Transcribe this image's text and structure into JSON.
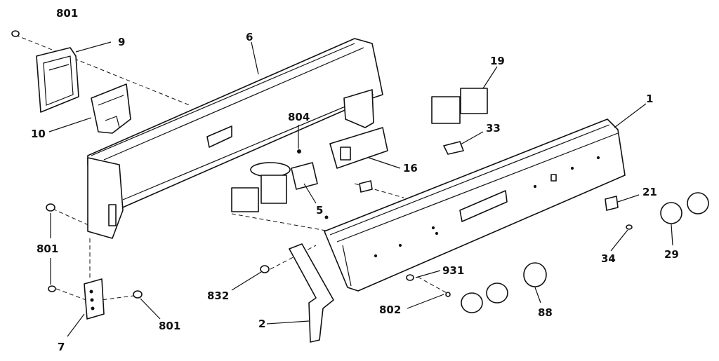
{
  "callouts": {
    "c801a": "801",
    "c9": "9",
    "c6": "6",
    "c19": "19",
    "c1": "1",
    "c10": "10",
    "c804": "804",
    "c33": "33",
    "c16": "16",
    "c21": "21",
    "c5": "5",
    "c801b": "801",
    "c34": "34",
    "c29": "29",
    "c931": "931",
    "c832": "832",
    "c88": "88",
    "c802": "802",
    "c801c": "801",
    "c2": "2",
    "c7": "7"
  }
}
